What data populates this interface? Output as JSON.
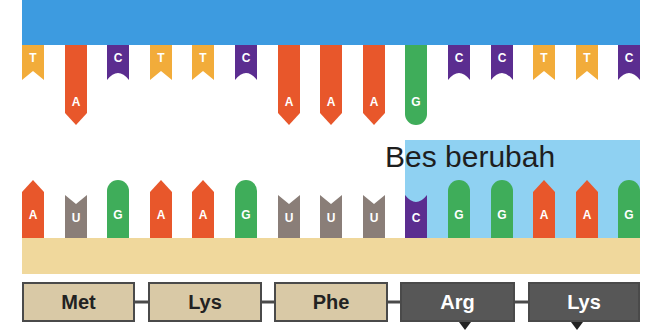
{
  "diagram": {
    "nodes": [
      {
        "text": [
          "T"
        ]
      },
      {
        "text": [
          "A"
        ]
      },
      {
        "text": [
          "C"
        ]
      },
      {
        "text": [
          "T"
        ]
      },
      {
        "text": [
          "T"
        ]
      },
      {
        "text": [
          "C"
        ]
      },
      {
        "text": [
          "A"
        ]
      },
      {
        "text": [
          "A"
        ]
      },
      {
        "text": [
          "A"
        ]
      },
      {
        "text": [
          "G"
        ]
      },
      {
        "text": [
          "C"
        ]
      },
      {
        "text": [
          "C"
        ]
      },
      {
        "text": [
          "T"
        ]
      },
      {
        "text": [
          "T"
        ]
      },
      {
        "text": [
          "C"
        ]
      },
      {
        "text": [
          "A"
        ]
      },
      {
        "text": [
          "U"
        ]
      },
      {
        "text": [
          "G"
        ]
      },
      {
        "text": [
          "A"
        ]
      },
      {
        "text": [
          "A"
        ]
      },
      {
        "text": [
          "G"
        ]
      },
      {
        "text": [
          "U"
        ]
      },
      {
        "text": [
          "U"
        ]
      },
      {
        "text": [
          "U"
        ]
      },
      {
        "text": [
          "C"
        ]
      },
      {
        "text": [
          "G"
        ]
      },
      {
        "text": [
          "G"
        ]
      },
      {
        "text": [
          "A"
        ]
      },
      {
        "text": [
          "A"
        ]
      },
      {
        "text": [
          "G"
        ]
      },
      {
        "text": [
          "Met"
        ]
      },
      {
        "text": [
          "Lys"
        ]
      },
      {
        "text": [
          "Phe"
        ]
      },
      {
        "text": [
          "Arg"
        ]
      },
      {
        "text": [
          "Lys"
        ]
      }
    ],
    "edges": [
      {
        "from": 30,
        "to": 31,
        "arrow": "none"
      },
      {
        "from": 31,
        "to": 32,
        "arrow": "none"
      },
      {
        "from": 32,
        "to": 33,
        "arrow": "none"
      },
      {
        "from": 33,
        "to": 34,
        "arrow": "none"
      }
    ],
    "labels": [
      "Bes berubah"
    ]
  }
}
